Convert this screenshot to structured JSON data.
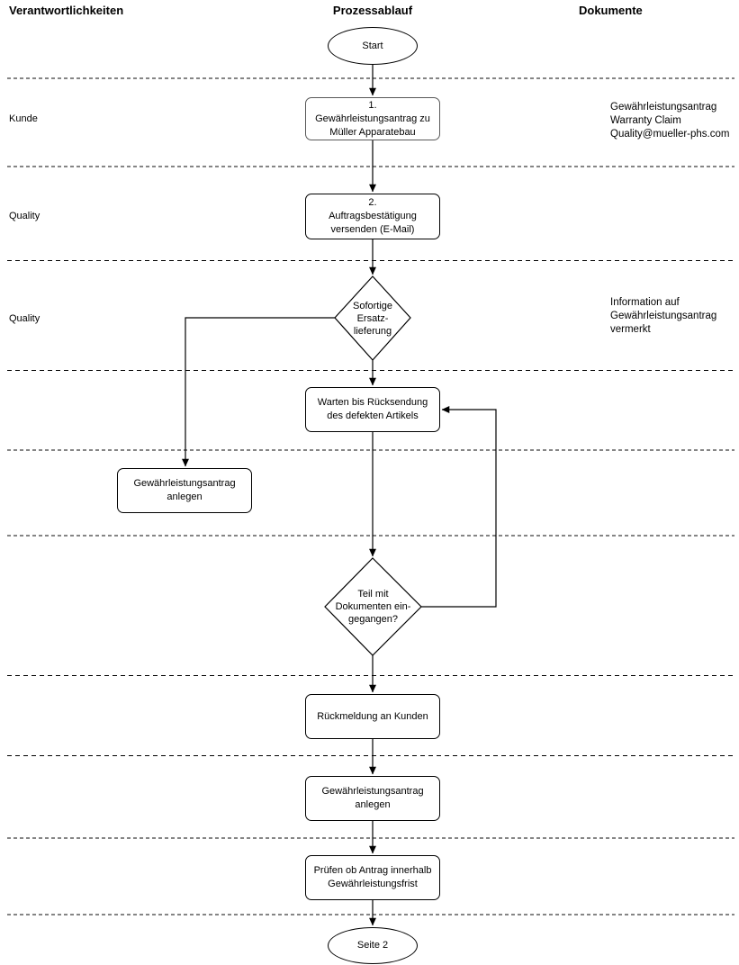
{
  "headers": {
    "responsibilities": "Verantwortlichkeiten",
    "process": "Prozessablauf",
    "documents": "Dokumente"
  },
  "flow": {
    "start": "Start",
    "step1": "1.\nGewährleistungsantrag zu\nMüller Apparatebau",
    "step2": "2.\nAuftragsbestätigung\nversenden (E-Mail)",
    "decision1": "Sofortige\nErsatz-\nlieferung",
    "wait": "Warten bis Rücksendung\ndes defekten Artikels",
    "create_left": "Gewährleistungsantrag\nanlegen",
    "decision2": "Teil mit\nDokumenten ein-\ngegangen?",
    "feedback": "Rückmeldung an Kunden",
    "create": "Gewährleistungsantrag\nanlegen",
    "check": "Prüfen ob Antrag innerhalb\nGewährleistungsfrist",
    "end": "Seite 2"
  },
  "lanes": {
    "lane1": "Kunde",
    "lane2": "Quality",
    "lane3": "Quality"
  },
  "documents": {
    "doc1": "Gewährleistungsantrag\nWarranty Claim\nQuality@mueller-phs.com",
    "doc2": "Information auf\nGewährleistungsantrag\nvermerkt"
  },
  "colors": {
    "stroke": "#000000",
    "lane_divider_gray": "#858585"
  }
}
